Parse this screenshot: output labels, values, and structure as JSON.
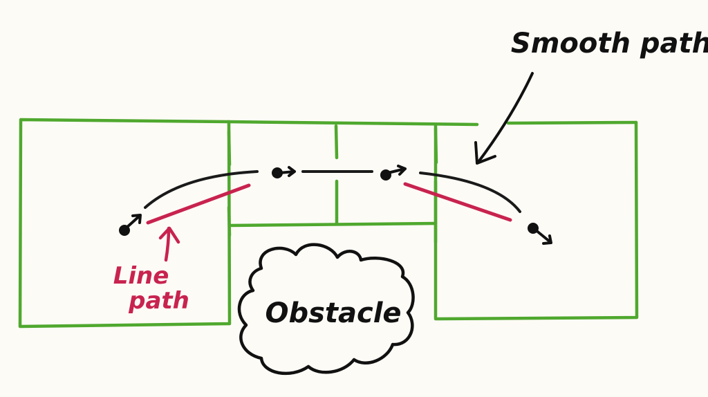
{
  "labels": {
    "smooth_path": "Smooth path",
    "line_path_line1": "Line",
    "line_path_line2": "path",
    "obstacle": "Obstacle"
  },
  "colors": {
    "background": "#fdfbf6",
    "grid": "#4fa82e",
    "grid_dark": "#3d8f22",
    "smooth_path": "#1a1a1a",
    "line_path": "#c8234f",
    "ink": "#111111"
  }
}
